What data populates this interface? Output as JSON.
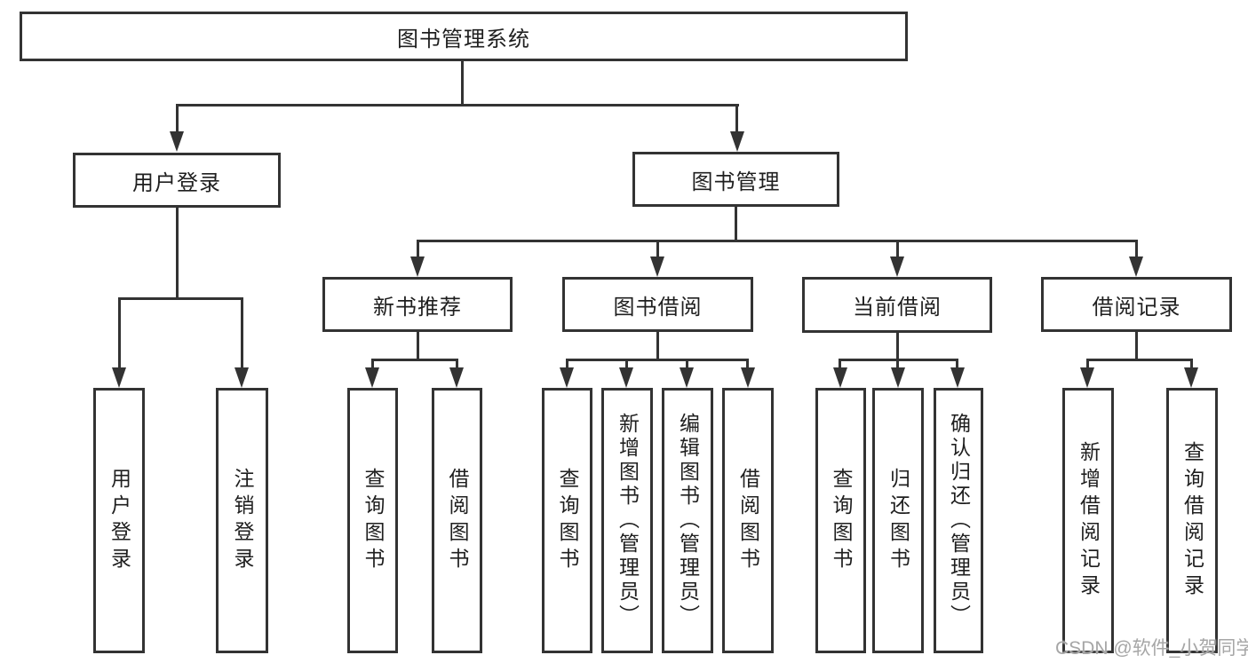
{
  "diagram_title": "图书管理系统",
  "colors": {
    "line": "#333333",
    "text": "#1f1f1f",
    "background": "#ffffff",
    "watermark": "#a6a6a6"
  },
  "nodes": {
    "root": {
      "label": "图书管理系统"
    },
    "user_login": {
      "label": "用户登录"
    },
    "book_mgmt": {
      "label": "图书管理"
    },
    "new_book_rec": {
      "label": "新书推荐"
    },
    "book_borrow": {
      "label": "图书借阅"
    },
    "current_borrow": {
      "label": "当前借阅"
    },
    "borrow_record": {
      "label": "借阅记录"
    },
    "leaf_user_login": {
      "label": "用户登录"
    },
    "leaf_logout": {
      "label": "注销登录"
    },
    "leaf_query_book_1": {
      "label": "查询图书"
    },
    "leaf_borrow_book_1": {
      "label": "借阅图书"
    },
    "leaf_query_book_2": {
      "label": "查询图书"
    },
    "leaf_add_book": {
      "label": "新增图书（管理员）"
    },
    "leaf_edit_book": {
      "label": "编辑图书（管理员）"
    },
    "leaf_borrow_book_2": {
      "label": "借阅图书"
    },
    "leaf_query_book_3": {
      "label": "查询图书"
    },
    "leaf_return_book": {
      "label": "归还图书"
    },
    "leaf_confirm_return": {
      "label": "确认归还（管理员）"
    },
    "leaf_add_record": {
      "label": "新增借阅记录"
    },
    "leaf_query_record": {
      "label": "查询借阅记录"
    }
  },
  "hierarchy": {
    "图书管理系统": [
      "用户登录",
      "图书管理"
    ],
    "用户登录": [
      "用户登录",
      "注销登录"
    ],
    "图书管理": [
      "新书推荐",
      "图书借阅",
      "当前借阅",
      "借阅记录"
    ],
    "新书推荐": [
      "查询图书",
      "借阅图书"
    ],
    "图书借阅": [
      "查询图书",
      "新增图书（管理员）",
      "编辑图书（管理员）",
      "借阅图书"
    ],
    "当前借阅": [
      "查询图书",
      "归还图书",
      "确认归还（管理员）"
    ],
    "借阅记录": [
      "新增借阅记录",
      "查询借阅记录"
    ]
  },
  "watermark": "CSDN @软件_小贺同学"
}
